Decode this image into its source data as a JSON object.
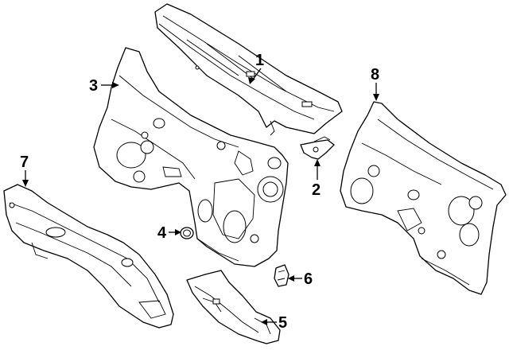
{
  "diagram": {
    "callouts": [
      {
        "id": "1",
        "label": "1",
        "part": "cowl-panel"
      },
      {
        "id": "2",
        "label": "2",
        "part": "bracket"
      },
      {
        "id": "3",
        "label": "3",
        "part": "dash-panel"
      },
      {
        "id": "4",
        "label": "4",
        "part": "grommet"
      },
      {
        "id": "5",
        "label": "5",
        "part": "lower-extension"
      },
      {
        "id": "6",
        "label": "6",
        "part": "clip"
      },
      {
        "id": "7",
        "label": "7",
        "part": "side-rail"
      },
      {
        "id": "8",
        "label": "8",
        "part": "dash-panel-alt"
      }
    ],
    "colors": {
      "line": "#000000",
      "background": "#ffffff"
    }
  }
}
